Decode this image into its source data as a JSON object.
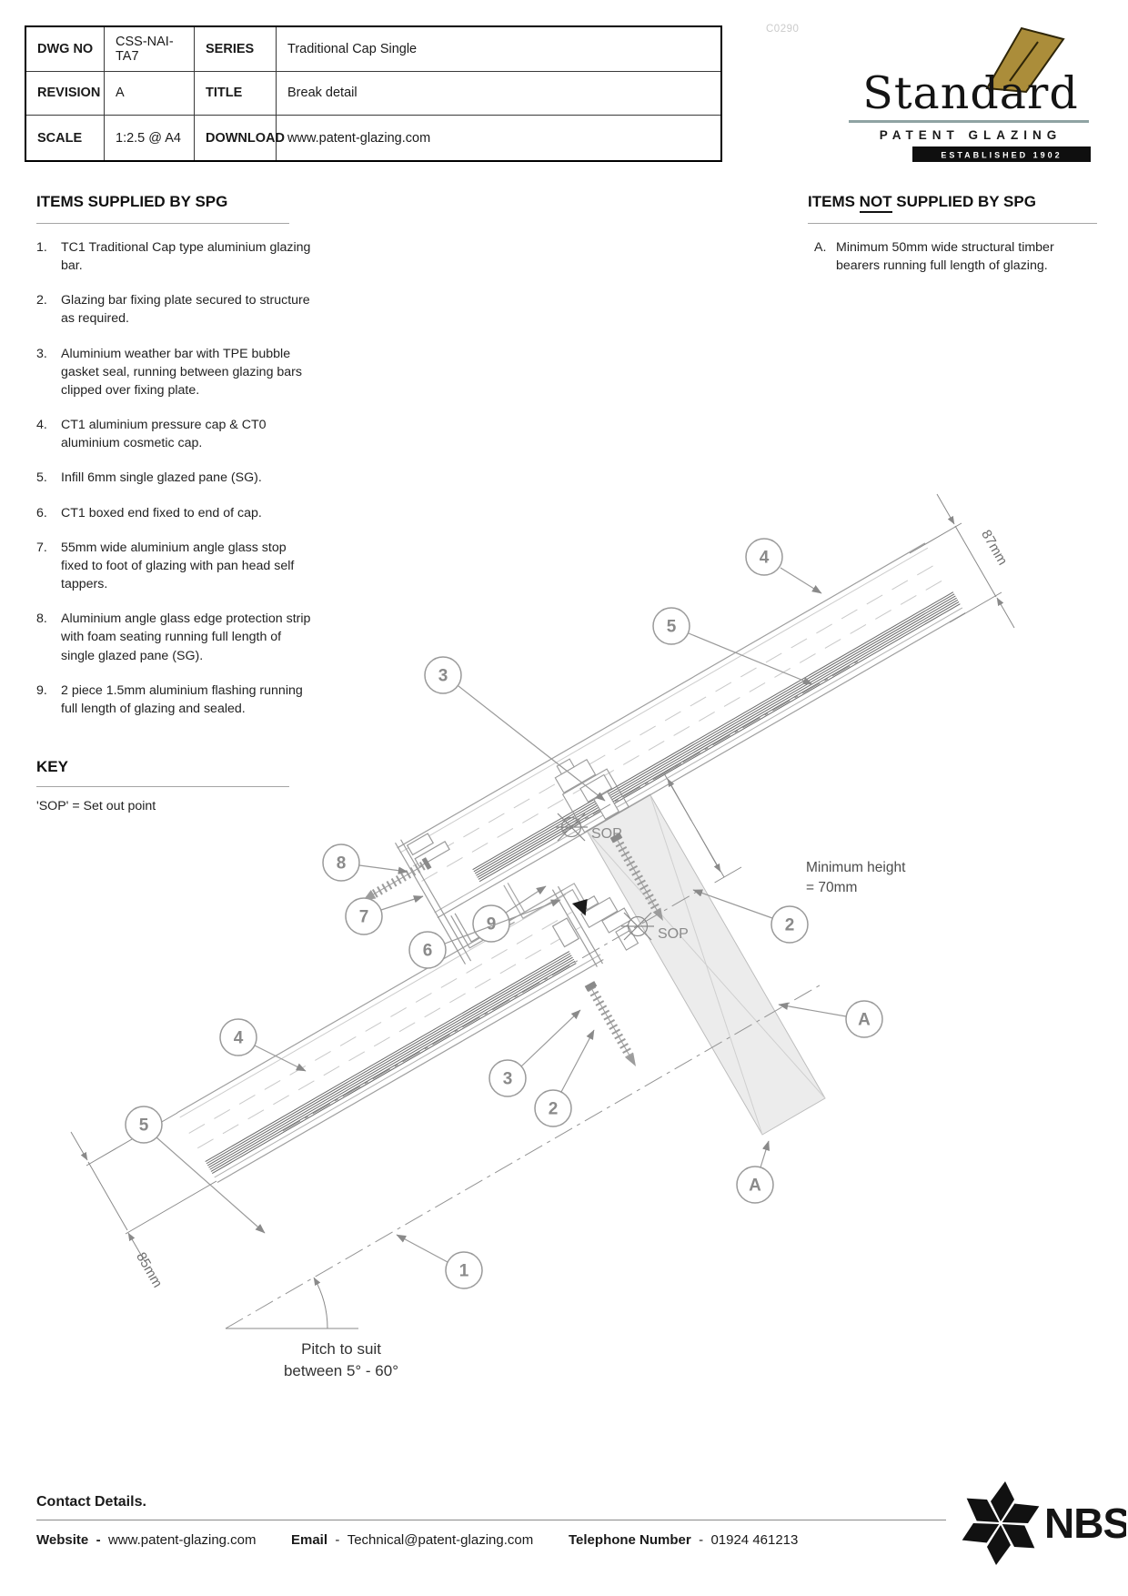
{
  "title_block": {
    "cells": [
      {
        "l": "DWG NO",
        "v": "CSS-NAI-TA7"
      },
      {
        "l": "SERIES",
        "v": "Traditional Cap Single"
      },
      {
        "l": "REVISION",
        "v": "A"
      },
      {
        "l": "TITLE",
        "v": "Break detail"
      },
      {
        "l": "SCALE",
        "v": "1:2.5 @ A4"
      },
      {
        "l": "DOWNLOAD",
        "v": "www.patent-glazing.com"
      }
    ]
  },
  "watermark": "C0290",
  "logo": {
    "name": "Standard",
    "subtitle": "PATENT GLAZING",
    "established": "ESTABLISHED 1902",
    "nib_color": "#ab8d3a",
    "rule_color": "#8fa3a3"
  },
  "items_supplied": {
    "heading": "ITEMS SUPPLIED BY SPG",
    "items": [
      {
        "num": "1.",
        "text": "TC1 Traditional Cap type aluminium glazing bar."
      },
      {
        "num": "2.",
        "text": "Glazing bar fixing plate secured to structure as required."
      },
      {
        "num": "3.",
        "text": "Aluminium weather bar with TPE bubble gasket seal, running between glazing bars clipped over fixing plate."
      },
      {
        "num": "4.",
        "text": "CT1 aluminium pressure cap & CT0 aluminium cosmetic cap."
      },
      {
        "num": "5.",
        "text": "Infill 6mm single glazed pane (SG)."
      },
      {
        "num": "6.",
        "text": "CT1 boxed end fixed to end of cap."
      },
      {
        "num": "7.",
        "text": "55mm wide aluminium angle glass stop fixed to foot of glazing with pan head self tappers."
      },
      {
        "num": "8.",
        "text": "Aluminium angle glass edge protection strip with foam seating running full length of single glazed pane (SG)."
      },
      {
        "num": "9.",
        "text": "2 piece 1.5mm aluminium flashing running full length of glazing and sealed."
      }
    ]
  },
  "items_not_supplied": {
    "heading_pre": "ITEMS ",
    "heading_not": "NOT",
    "heading_post": " SUPPLIED BY SPG",
    "items": [
      {
        "num": "A.",
        "text": "Minimum 50mm wide structural timber bearers running full length of glazing."
      }
    ]
  },
  "key": {
    "heading": "KEY",
    "text": "'SOP' = Set out point"
  },
  "drawing": {
    "labels": {
      "sop": "SOP",
      "min_height_1": "Minimum height",
      "min_height_2": "= 70mm",
      "dim_87": "87mm",
      "dim_85": "85mm",
      "pitch_1": "Pitch to suit",
      "pitch_2": "between 5° - 60°"
    },
    "callouts": [
      "4",
      "5",
      "3",
      "2",
      "8",
      "7",
      "9",
      "6",
      "4",
      "5",
      "1",
      "3",
      "2",
      "A",
      "A"
    ]
  },
  "contact": {
    "heading": "Contact Details.",
    "website_label": "Website",
    "website": "www.patent-glazing.com",
    "email_label": "Email",
    "email": "Technical@patent-glazing.com",
    "phone_label": "Telephone Number",
    "phone": "01924 461213",
    "sep": "-"
  },
  "nbs": "NBS"
}
